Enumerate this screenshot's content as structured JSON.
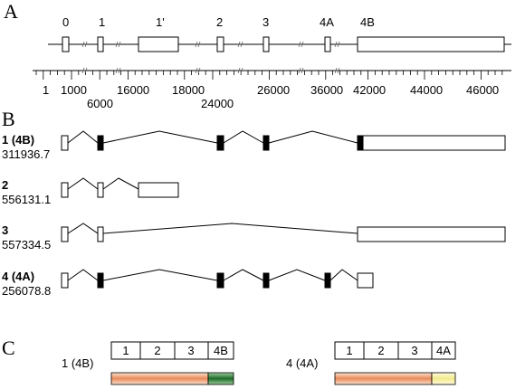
{
  "panels": {
    "a": "A",
    "b": "B",
    "c": "C"
  },
  "exon_labels": [
    "0",
    "1",
    "1'",
    "2",
    "3",
    "4A",
    "4B"
  ],
  "ruler_labels_upper": [
    "1",
    "1000",
    "16000",
    "18000",
    "26000",
    "36000",
    "42000",
    "44000",
    "46000"
  ],
  "ruler_labels_lower": [
    "6000",
    "24000"
  ],
  "transcripts": [
    {
      "name": "1 (4B)",
      "value": "311936.7"
    },
    {
      "name": "2",
      "value": "556131.1"
    },
    {
      "name": "3",
      "value": "557334.5"
    },
    {
      "name": "4 (4A)",
      "value": "256078.8"
    }
  ],
  "protein_diagrams": [
    {
      "label": "1 (4B)",
      "segments": [
        "1",
        "2",
        "3",
        "4B"
      ],
      "end_color": "#2e7d32"
    },
    {
      "label": "4 (4A)",
      "segments": [
        "1",
        "2",
        "3",
        "4A"
      ],
      "end_color": "#f5f0a0"
    }
  ],
  "colors": {
    "orange_start": "#e07040",
    "orange_end": "#fbe3d0"
  }
}
